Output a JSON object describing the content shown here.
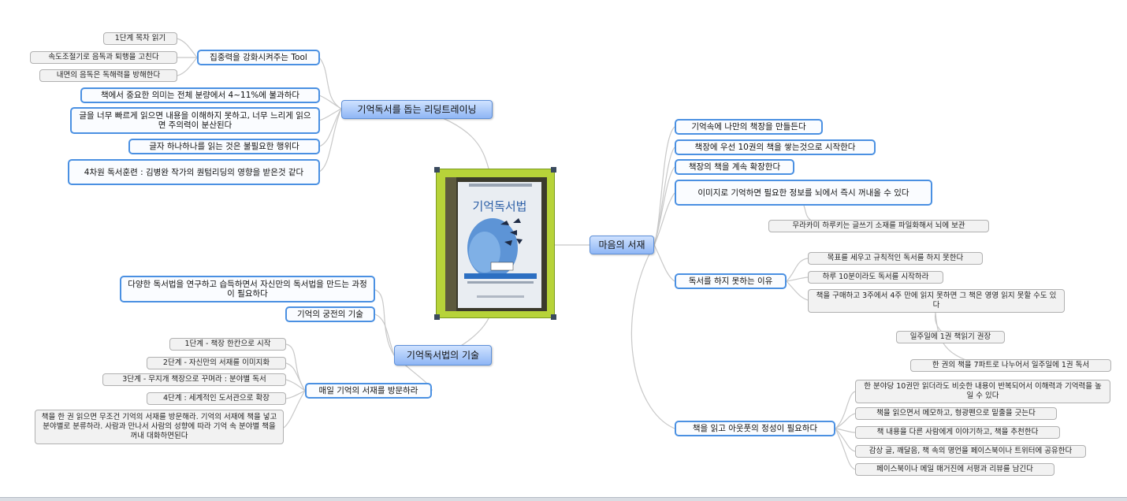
{
  "center": {
    "image_name": "book-cover-photo",
    "cover_title": "기억독서법"
  },
  "branches": {
    "reading_training": {
      "label": "기억독서를 돕는 리딩트레이닝",
      "tool": {
        "label": "집중력을 강화시켜주는 Tool",
        "children": [
          "1단계 목차 읽기",
          "속도조절기로 음독과 퇴행을 고친다",
          "내면의 음독은 독해력을 방해한다"
        ]
      },
      "points": [
        "책에서 중요한 의미는 전체 분량에서 4~11%에 불과하다",
        "글을 너무 빠르게 읽으면 내용을 이해하지 못하고, 너무 느리게 읽으면 주의력이 분산된다",
        "글자 하나하나를 읽는 것은 불필요한 행위다",
        "4차원 독서훈련 : 김병완 작가의 퀀텀리딩의 영향을 받은것 같다"
      ]
    },
    "method_skill": {
      "label": "기억독서법의 기술",
      "points": [
        "다양한 독서법을 연구하고 습득하면서 자신만의 독서법을 만드는 과정이 필요하다",
        "기억의 궁전의 기술"
      ],
      "visit": {
        "label": "매일 기억의 서재를 방문하라",
        "children": [
          "1단계 - 책장 한칸으로 시작",
          "2단계 - 자신만의 서재를 이미지화",
          "3단계 - 무지개 책장으로 꾸며라 : 분야별 독서",
          "4단계 : 세계적인 도서관으로 확장",
          "책을 한 권 읽으면 무조건 기억의 서재를 방문해라. 기억의 서재에 책을 넣고 분야별로 분류하라. 사람과 만나서 사람의 성향에 따라 기억 속 분야별 책을 꺼내 대화하면된다"
        ]
      }
    },
    "mind_library": {
      "label": "마음의 서재",
      "points": [
        "기억속에 나만의 책장을 만들든다",
        "책장에 우선 10권의 책을 쌓는것으로 시작한다",
        "책장의 책을 계속 확장한다",
        "이미지로 기억하면 필요한 정보를 뇌에서 즉시 꺼내올 수 있다"
      ],
      "image_child": "무라카미 하루키는 글쓰기 소재를 파일화해서 뇌에 보관",
      "cannot_read": {
        "label": "독서를 하지 못하는 이유",
        "children": [
          "목표를 세우고 규칙적인 독서를 하지 못한다",
          "하루 10분이라도 독서를 시작하라",
          "책을 구매하고 3주에서 4주 만에 읽지 못하면 그 책은 영영 읽지 못할 수도 있다"
        ],
        "sub_children": [
          "일주일에 1권 책읽기 권장",
          "한 권의 책을 7파트로 나누어서 일주일에 1권 독서"
        ]
      },
      "output": {
        "label": "책을 읽고 아웃풋의 정성이 필요하다",
        "children": [
          "한 분야당 10권만 읽더라도 비슷한 내용이 반복되어서 이해력과 기억력을 높일 수 있다",
          "책을 읽으면서 메모하고, 형광펜으로 밑줄을 긋는다",
          "책 내용을 다른 사람에게 이야기하고, 책을 추천한다",
          "감상 글, 깨달음, 책 속의 명언을 페이스북이나 트위터에 공유한다",
          "페이스북이나 메일 매거진에 서평과 리뷰를 남긴다"
        ]
      }
    }
  },
  "colors": {
    "main_fill": "#8fb6f5",
    "main_border": "#5d8fd8",
    "topic_border": "#4a90e2",
    "subtopic_fill": "#f2f2f2",
    "frame": "#b7d339",
    "link": "#c8c8c8"
  }
}
